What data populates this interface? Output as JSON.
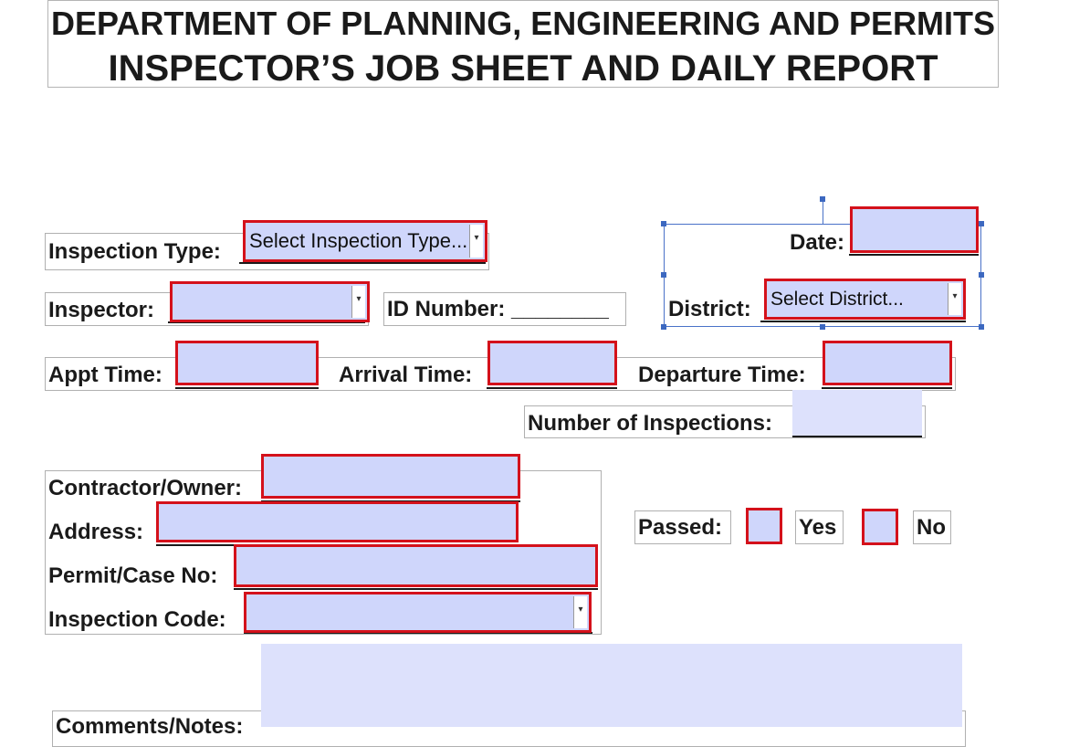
{
  "header": {
    "line1": "DEPARTMENT OF PLANNING, ENGINEERING AND PERMITS",
    "line2": "INSPECTOR’S JOB SHEET AND DAILY REPORT"
  },
  "form": {
    "inspection_type": {
      "label": "Inspection Type:",
      "selected": "Select Inspection Type..."
    },
    "date": {
      "label": "Date:",
      "value": ""
    },
    "inspector": {
      "label": "Inspector:",
      "selected": ""
    },
    "id_number": {
      "label": "ID Number: ________"
    },
    "district": {
      "label": "District:",
      "selected": "Select District..."
    },
    "appt_time": {
      "label": "Appt Time:",
      "value": ""
    },
    "arrival_time": {
      "label": "Arrival Time:",
      "value": ""
    },
    "departure_time": {
      "label": "Departure Time:",
      "value": ""
    },
    "num_inspections": {
      "label": "Number of Inspections:",
      "value": ""
    },
    "contractor_owner": {
      "label": "Contractor/Owner:",
      "value": ""
    },
    "address": {
      "label": "Address:",
      "value": ""
    },
    "permit_case_no": {
      "label": "Permit/Case No:",
      "value": ""
    },
    "inspection_code": {
      "label": "Inspection Code:",
      "selected": ""
    },
    "passed": {
      "label": "Passed:",
      "yes_label": "Yes",
      "no_label": "No",
      "yes_checked": false,
      "no_checked": false
    },
    "comments": {
      "label": "Comments/Notes:",
      "value": ""
    }
  },
  "colors": {
    "required_border": "#d4111b",
    "field_fill": "#cfd6fb",
    "selection_outline": "#4a72c8"
  },
  "icons": {
    "dropdown": "chevron-down-icon"
  }
}
